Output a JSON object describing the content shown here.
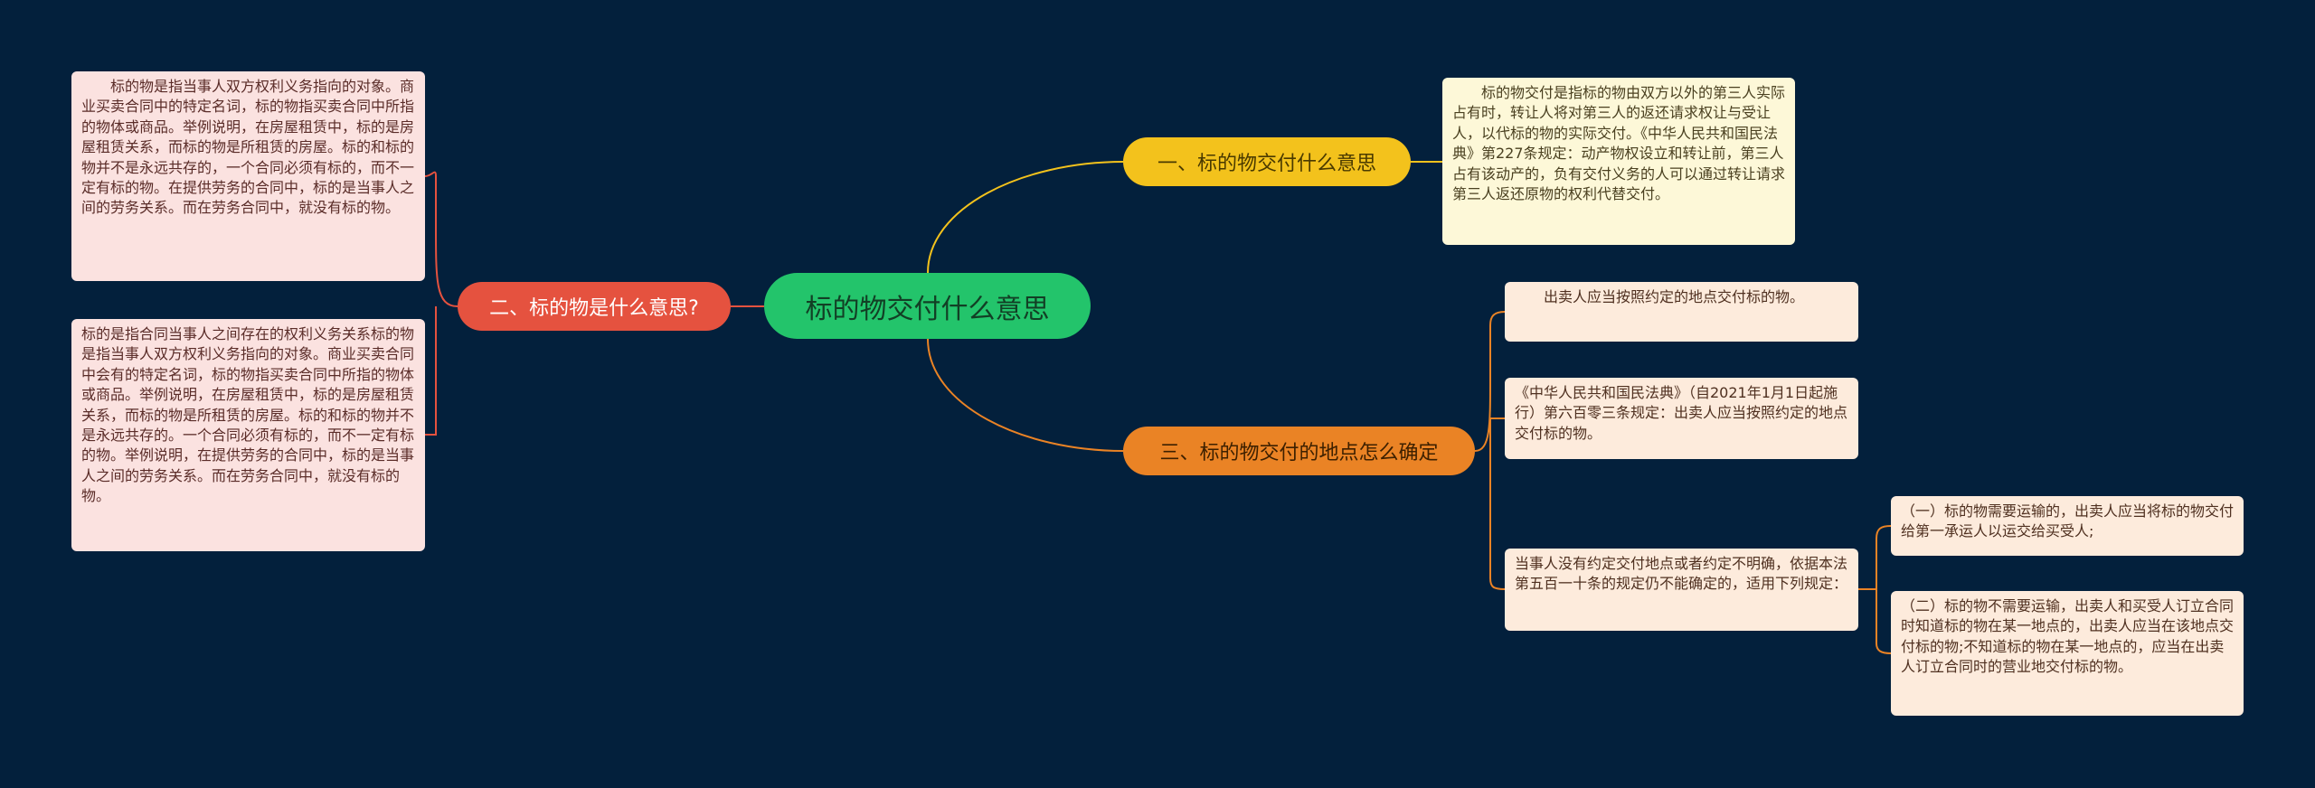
{
  "colors": {
    "background": "#03203c",
    "center": "#23c46b",
    "branch1": "#f3c21c",
    "branch2": "#e5523f",
    "branch3": "#ea8325"
  },
  "center": {
    "label": "标的物交付什么意思"
  },
  "branch1": {
    "label": "一、标的物交付什么意思",
    "notes": [
      "标的物交付是指标的物由双方以外的第三人实际占有时，转让人将对第三人的返还请求权让与受让人，以代标的物的实际交付。《中华人民共和国民法典》第227条规定：动产物权设立和转让前，第三人占有该动产的，负有交付义务的人可以通过转让请求第三人返还原物的权利代替交付。"
    ]
  },
  "branch2": {
    "label": "二、标的物是什么意思?",
    "notes": [
      "标的物是指当事人双方权利义务指向的对象。商业买卖合同中的特定名词，标的物指买卖合同中所指的物体或商品。举例说明，在房屋租赁中，标的是房屋租赁关系，而标的物是所租赁的房屋。标的和标的物并不是永远共存的，一个合同必须有标的，而不一定有标的物。在提供劳务的合同中，标的是当事人之间的劳务关系。而在劳务合同中，就没有标的物。",
      "标的是指合同当事人之间存在的权利义务关系标的物是指当事人双方权利义务指向的对象。商业买卖合同中会有的特定名词，标的物指买卖合同中所指的物体或商品。举例说明，在房屋租赁中，标的是房屋租赁关系，而标的物是所租赁的房屋。标的和标的物并不是永远共存的。一个合同必须有标的，而不一定有标的物。举例说明，在提供劳务的合同中，标的是当事人之间的劳务关系。而在劳务合同中，就没有标的物。"
    ]
  },
  "branch3": {
    "label": "三、标的物交付的地点怎么确定",
    "notes": [
      "出卖人应当按照约定的地点交付标的物。",
      "《中华人民共和国民法典》（自2021年1月1日起施行）第六百零三条规定：出卖人应当按照约定的地点交付标的物。",
      "当事人没有约定交付地点或者约定不明确，依据本法第五百一十条的规定仍不能确定的，适用下列规定："
    ],
    "subnotes": [
      "（一）标的物需要运输的，出卖人应当将标的物交付给第一承运人以运交给买受人;",
      "（二）标的物不需要运输，出卖人和买受人订立合同时知道标的物在某一地点的，出卖人应当在该地点交付标的物;不知道标的物在某一地点的，应当在出卖人订立合同时的营业地交付标的物。"
    ]
  }
}
